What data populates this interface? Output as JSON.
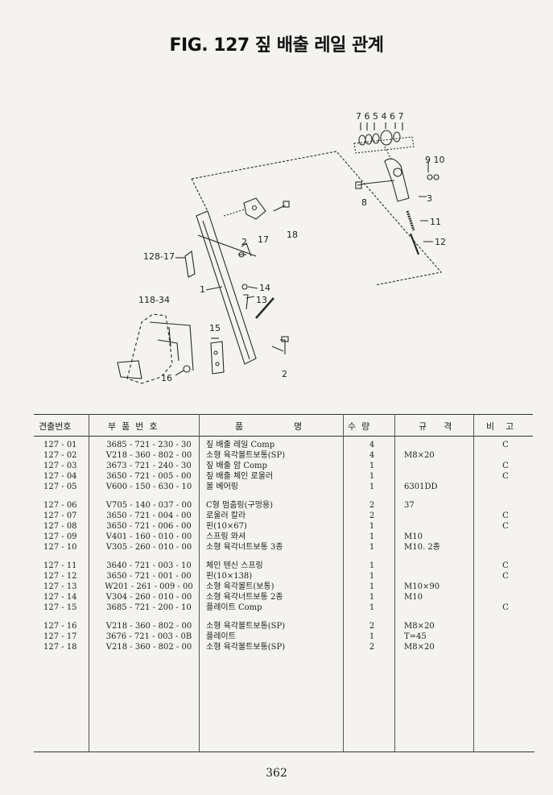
{
  "title": "FIG. 127 짚 배출 레일 관계",
  "diagram_labels": {
    "top_row": "7 6 5 4 6 7",
    "l9_10": "9 10",
    "l8": "8",
    "l3": "3",
    "l11": "11",
    "l12": "12",
    "l17": "17",
    "l18": "18",
    "l2a": "2",
    "l128_17": "128-17",
    "l1": "1",
    "l14": "14",
    "l13": "13",
    "l118_34": "118-34",
    "l15": "15",
    "l16": "16",
    "l2b": "2"
  },
  "table": {
    "headers": {
      "no": "견출번호",
      "part": "부  품  번  호",
      "name": "품                  명",
      "qty": "수  량",
      "spec": "규      격",
      "remarks": "비    고"
    },
    "groups": [
      [
        {
          "no": "127 - 01",
          "part": "3685 - 721 - 230 - 30",
          "name": "짚 배출 레일 Comp",
          "qty": "4",
          "spec": "",
          "remarks": "C"
        },
        {
          "no": "127 - 02",
          "part": "V218 - 360 - 802 - 00",
          "name": "소형 육각볼트보통(SP)",
          "qty": "4",
          "spec": "M8×20",
          "remarks": ""
        },
        {
          "no": "127 - 03",
          "part": "3673 - 721 - 240 - 30",
          "name": "짚 배출 암 Comp",
          "qty": "1",
          "spec": "",
          "remarks": "C"
        },
        {
          "no": "127 - 04",
          "part": "3650 - 721 - 005 - 00",
          "name": "짚 배출 체인 로울러",
          "qty": "1",
          "spec": "",
          "remarks": "C"
        },
        {
          "no": "127 - 05",
          "part": "V600 - 150 - 630 - 10",
          "name": "볼 베어링",
          "qty": "1",
          "spec": "6301DD",
          "remarks": ""
        }
      ],
      [
        {
          "no": "127 - 06",
          "part": "V705 - 140 - 037 - 00",
          "name": "C형 멈춤링(구멍용)",
          "qty": "2",
          "spec": "37",
          "remarks": ""
        },
        {
          "no": "127 - 07",
          "part": "3650 - 721 - 004 - 00",
          "name": "로울러 칼라",
          "qty": "2",
          "spec": "",
          "remarks": "C"
        },
        {
          "no": "127 - 08",
          "part": "3650 - 721 - 006 - 00",
          "name": "핀(10×67)",
          "qty": "1",
          "spec": "",
          "remarks": "C"
        },
        {
          "no": "127 - 09",
          "part": "V401 - 160 - 010 - 00",
          "name": "스프링 와셔",
          "qty": "1",
          "spec": "M10",
          "remarks": ""
        },
        {
          "no": "127 - 10",
          "part": "V305 - 260 - 010 - 00",
          "name": "소형 육각너트보통 3종",
          "qty": "1",
          "spec": "M10. 2종",
          "remarks": ""
        }
      ],
      [
        {
          "no": "127 - 11",
          "part": "3640 - 721 - 003 - 10",
          "name": "체인 텐신 스프링",
          "qty": "1",
          "spec": "",
          "remarks": "C"
        },
        {
          "no": "127 - 12",
          "part": "3650 - 721 - 001 - 00",
          "name": "핀(10×138)",
          "qty": "1",
          "spec": "",
          "remarks": "C"
        },
        {
          "no": "127 - 13",
          "part": "W201 - 261 - 009 - 00",
          "name": "소형 육각볼트(보통)",
          "qty": "1",
          "spec": "M10×90",
          "remarks": ""
        },
        {
          "no": "127 - 14",
          "part": "V304 - 260 - 010 - 00",
          "name": "소형 육각너트보통 2종",
          "qty": "1",
          "spec": "M10",
          "remarks": ""
        },
        {
          "no": "127 - 15",
          "part": "3685 - 721 - 200 - 10",
          "name": "플레이트 Comp",
          "qty": "1",
          "spec": "",
          "remarks": "C"
        }
      ],
      [
        {
          "no": "127 - 16",
          "part": "V218 - 360 - 802 - 00",
          "name": "소형 육각볼트보통(SP)",
          "qty": "2",
          "spec": "M8×20",
          "remarks": ""
        },
        {
          "no": "127 - 17",
          "part": "3676 - 721 - 003 - 0B",
          "name": "플레이트",
          "qty": "1",
          "spec": "T=45",
          "remarks": ""
        },
        {
          "no": "127 - 18",
          "part": "V218 - 360 - 802 - 00",
          "name": "소형 육각볼트보통(SP)",
          "qty": "2",
          "spec": "M8×20",
          "remarks": ""
        }
      ]
    ]
  },
  "page_number": "362"
}
